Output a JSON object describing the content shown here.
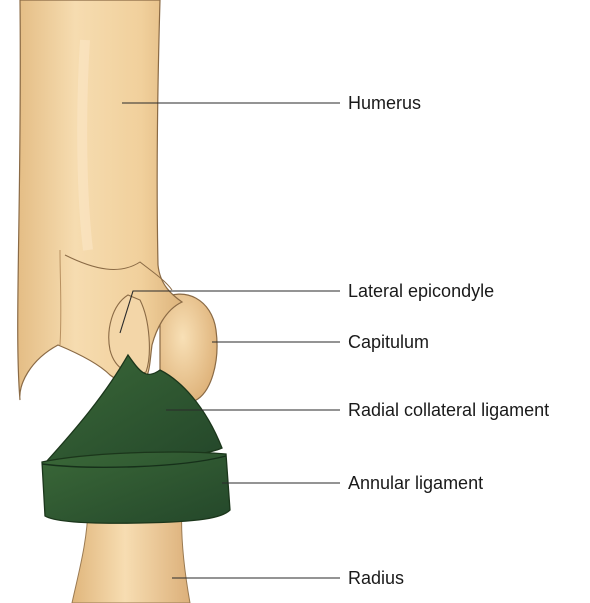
{
  "colors": {
    "bone_fill": "#f2d3a3",
    "bone_shadow": "#d8b27c",
    "bone_outline": "#8a6a45",
    "ligament_fill": "#2f5a2e",
    "ligament_outline": "#1b361b",
    "label_text": "#1a1a1a",
    "background": "#ffffff"
  },
  "labels": {
    "humerus": "Humerus",
    "lateral_epicondyle": "Lateral epicondyle",
    "capitulum": "Capitulum",
    "radial_collateral_ligament": "Radial collateral ligament",
    "annular_ligament": "Annular ligament",
    "radius": "Radius"
  }
}
